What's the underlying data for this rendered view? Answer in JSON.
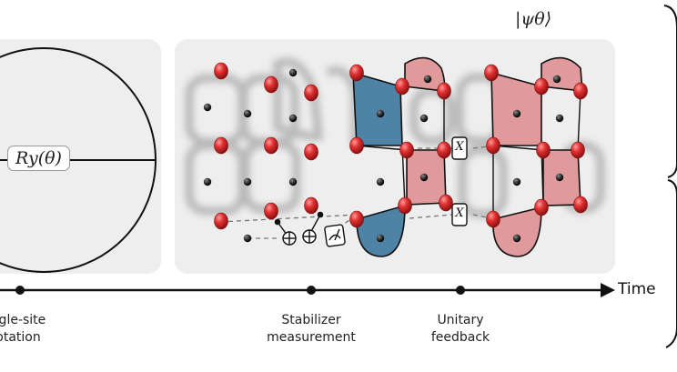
{
  "state_label": "|ψθ⟩",
  "gate_label": "Ry(θ)",
  "time_label": "Time",
  "stage_labels": {
    "rotation": [
      "ngle-site",
      "otation"
    ],
    "measurement": [
      "Stabilizer",
      "measurement"
    ],
    "feedback": [
      "Unitary",
      "feedback"
    ]
  },
  "operators": {
    "x_top": "X",
    "x_bottom": "X"
  },
  "colors": {
    "qubit_red": "#d9252a",
    "ancilla_dark": "#2c2c2c",
    "plaquette_blue": "#4f83a6",
    "plaquette_red": "#e09a9c",
    "panel_bg": "#eeeeee"
  }
}
